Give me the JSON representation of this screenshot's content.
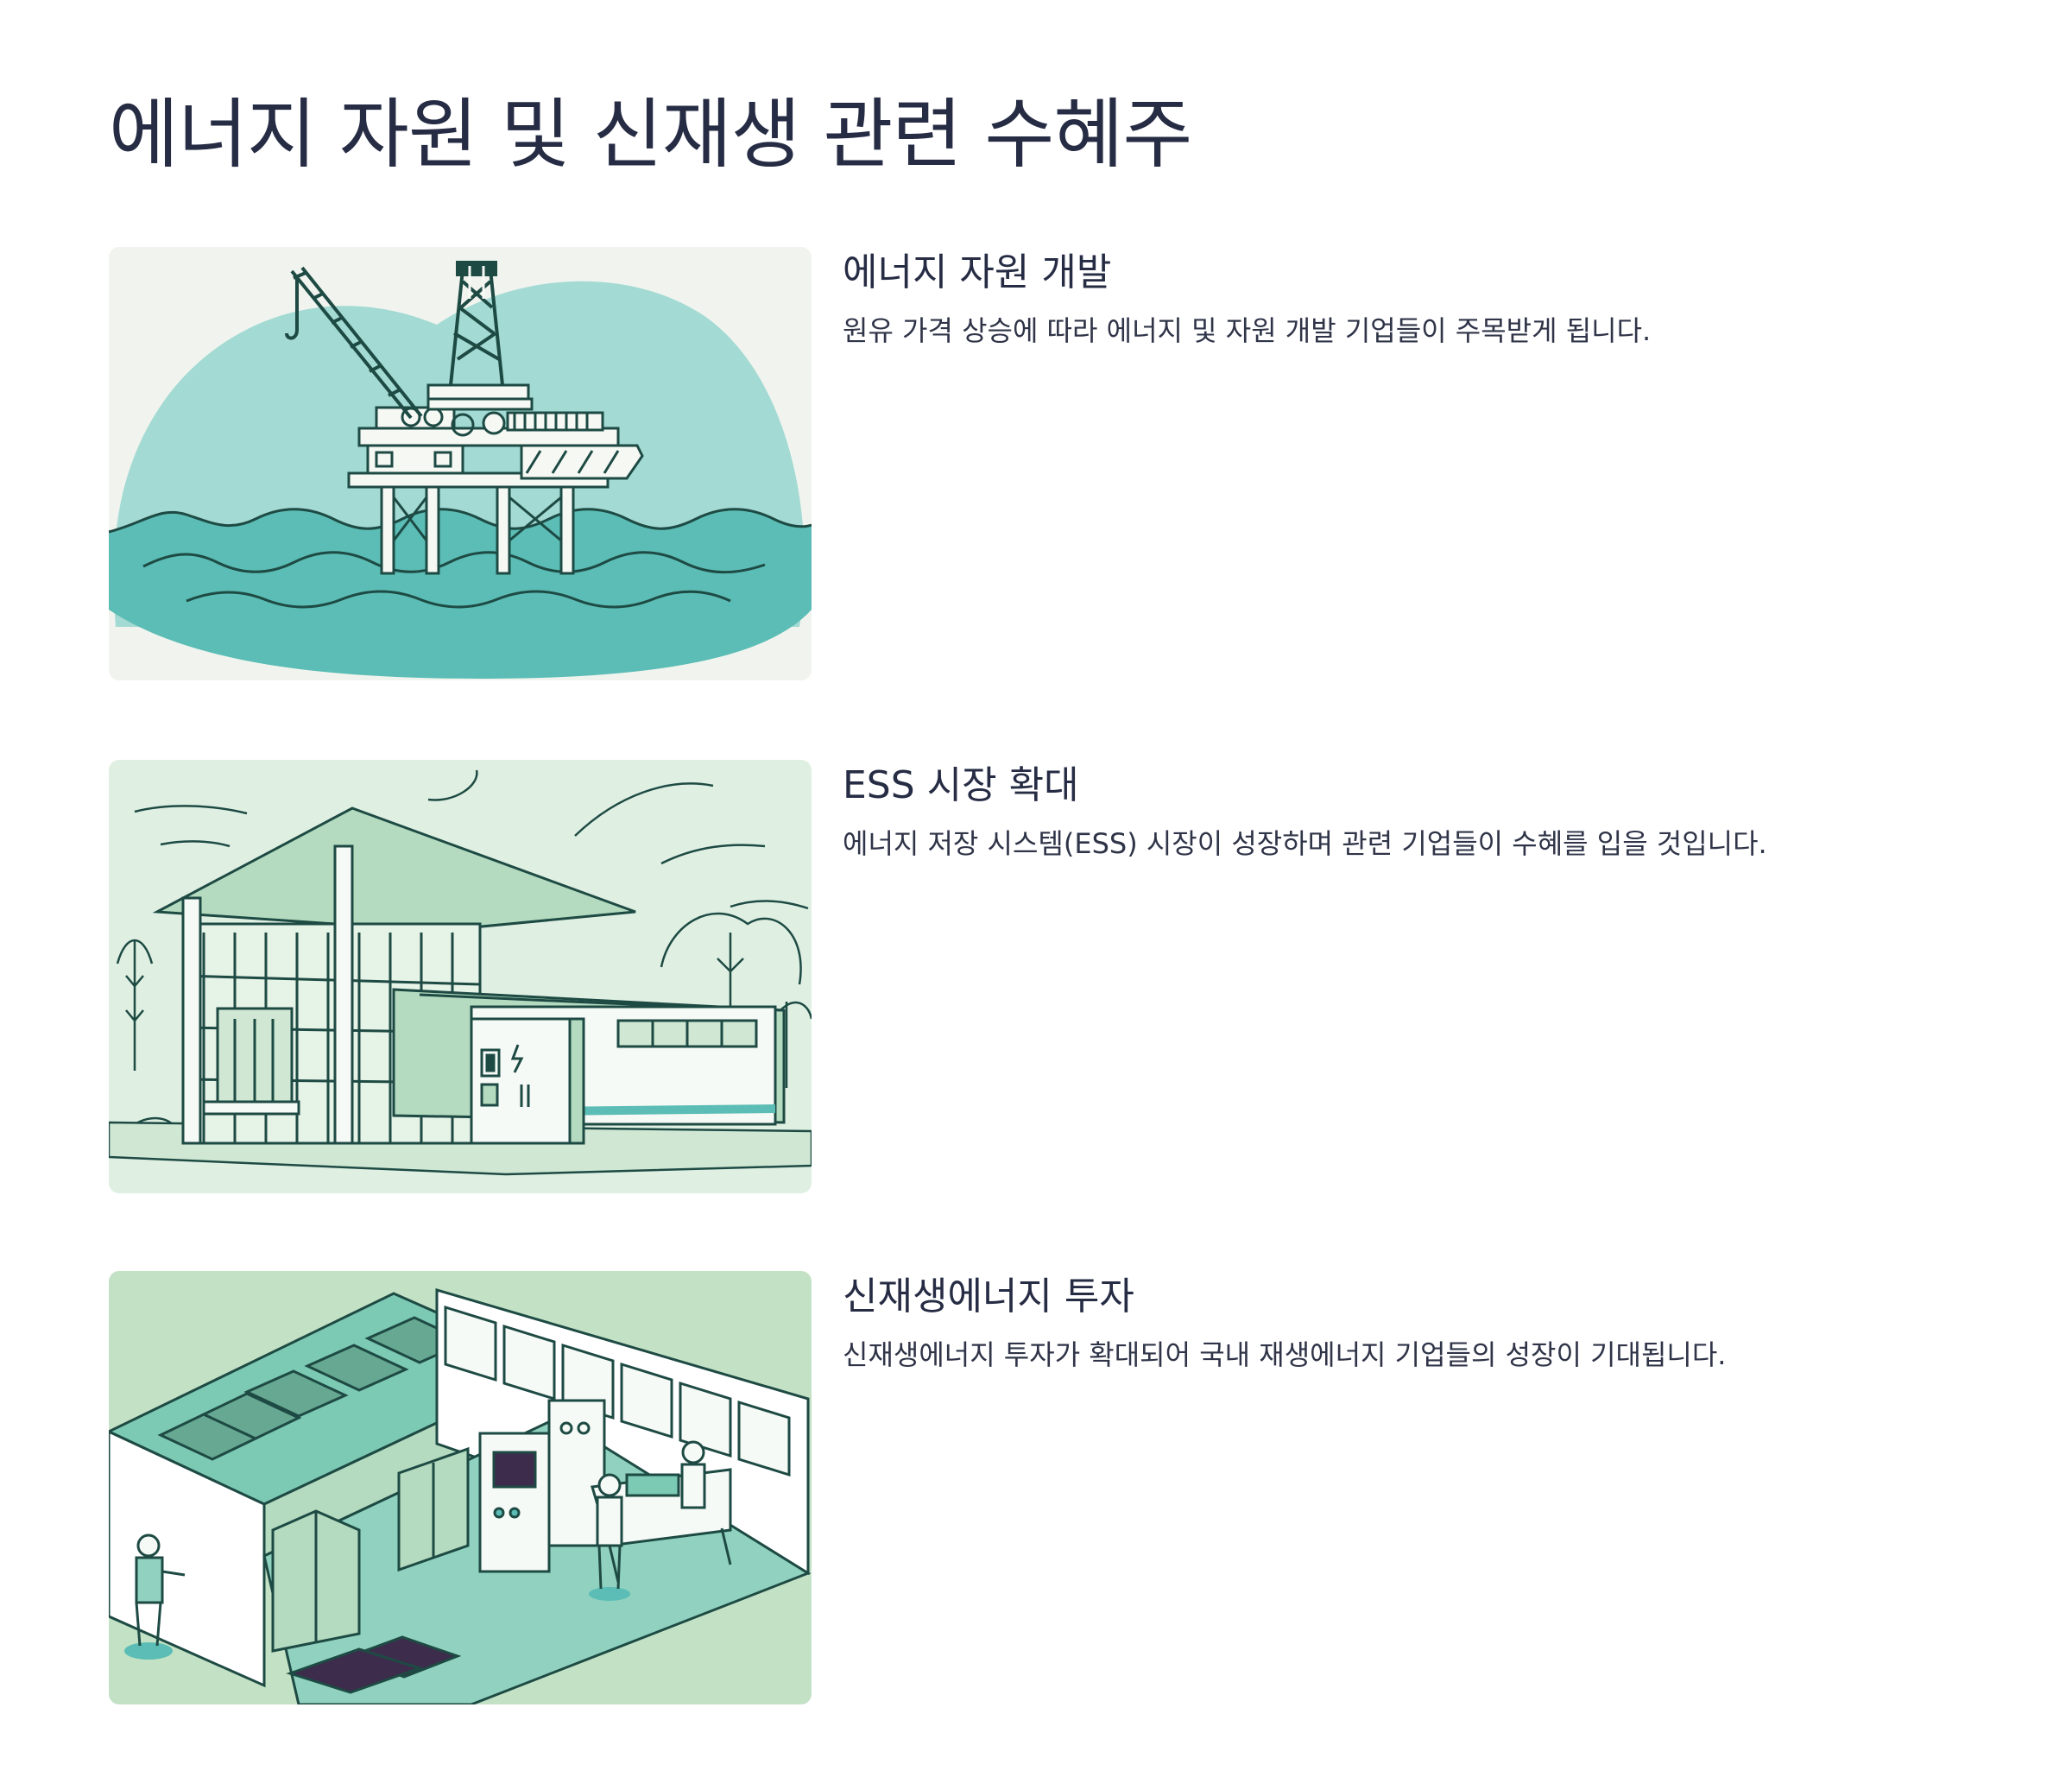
{
  "page": {
    "title": "에너지 자원 및 신재생 관련 수혜주"
  },
  "sections": [
    {
      "heading": "에너지 자원 개발",
      "description": "원유 가격 상승에 따라 에너지 및 자원 개발 기업들이 주목받게 됩니다.",
      "illustration_icon": "oil-rig-icon"
    },
    {
      "heading": "ESS 시장 확대",
      "description": "에너지 저장 시스템(ESS) 시장이 성장하며 관련 기업들이 수혜를 입을 것입니다.",
      "illustration_icon": "energy-storage-building-icon"
    },
    {
      "heading": "신재생에너지 투자",
      "description": "신재생에너지 투자가 확대되어 국내 재생에너지 기업들의 성장이 기대됩니다.",
      "illustration_icon": "renewable-factory-icon"
    }
  ],
  "colors": {
    "text": "#262c44",
    "teal": "#5bbdb5",
    "teal_light": "#a3dad3",
    "mint_bg": "#dff0e2",
    "green_bg": "#c3e2c5",
    "ink": "#1e4a44",
    "purple": "#3e2c4c"
  }
}
